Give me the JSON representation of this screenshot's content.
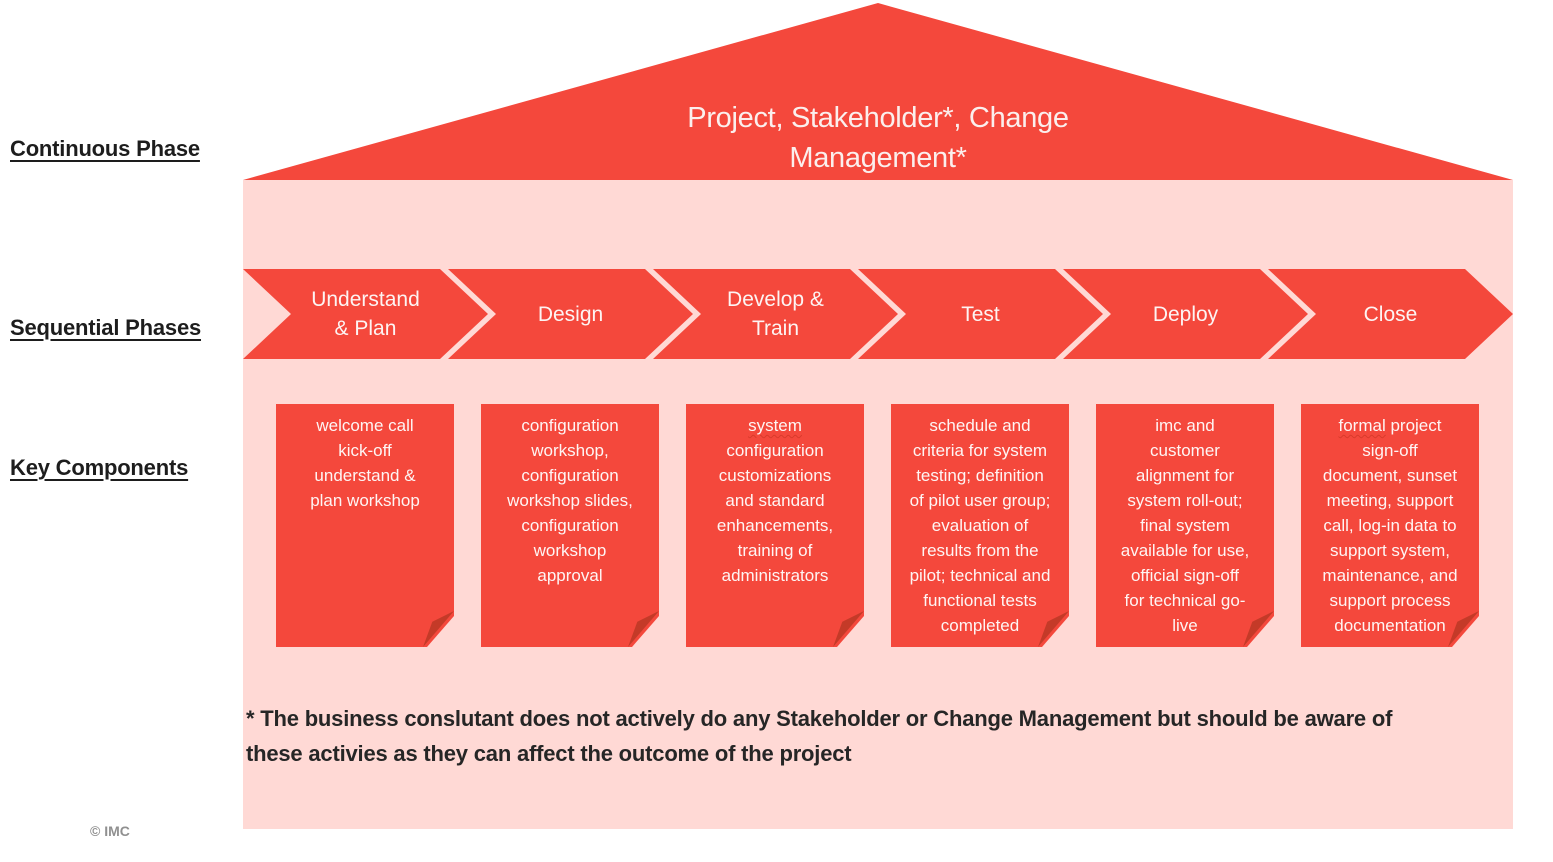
{
  "colors": {
    "red": "#F4483C",
    "pink_band": "#FFD9D5",
    "fold_red": "#C43A28",
    "text_dark": "#262626",
    "text_light": "#FEF5F4",
    "copyright_gray": "#909090"
  },
  "row_labels": {
    "continuous": "Continuous Phase",
    "sequential": "Sequential Phases",
    "key": "Key Components"
  },
  "continuous_phase": {
    "title": "Project, Stakeholder*, Change\nManagement*"
  },
  "sequential_phases": [
    {
      "label": "Understand\n& Plan"
    },
    {
      "label": "Design"
    },
    {
      "label": "Develop &\nTrain"
    },
    {
      "label": "Test"
    },
    {
      "label": "Deploy"
    },
    {
      "label": "Close"
    }
  ],
  "key_components": [
    {
      "text": "welcome call\nkick-off\nunderstand &\nplan workshop",
      "squiggle": null
    },
    {
      "text": "configuration\nworkshop,\nconfiguration\nworkshop slides,\nconfiguration\nworkshop\napproval",
      "squiggle": null
    },
    {
      "text": "system\nconfiguration\ncustomizations\nand standard\nenhancements,\ntraining of\nadministrators",
      "squiggle": "system"
    },
    {
      "text": "schedule and\ncriteria for system\ntesting; definition\nof pilot user group;\nevaluation of\nresults from the\npilot; technical and\nfunctional tests\ncompleted",
      "squiggle": null
    },
    {
      "text": "imc and\ncustomer\nalignment for\nsystem roll-out;\nfinal system\navailable for use,\nofficial sign-off\nfor technical go-\nlive",
      "squiggle": null
    },
    {
      "text": "formal project\nsign-off\ndocument, sunset\nmeeting, support\ncall, log-in data to\nsupport system,\nmaintenance, and\nsupport process\ndocumentation",
      "squiggle": "formal"
    }
  ],
  "footnote": "* The business conslutant does not actively do any Stakeholder or Change Management but should be aware of\nthese activies as they can affect the outcome of the project",
  "copyright": "© IMC"
}
